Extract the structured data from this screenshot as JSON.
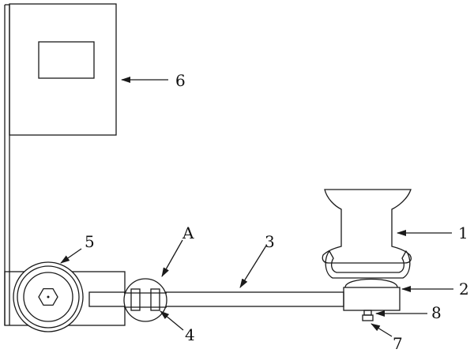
{
  "labels": {
    "l1": "1",
    "l2": "2",
    "l3": "3",
    "l4": "4",
    "l5": "5",
    "l6": "6",
    "l7": "7",
    "l8": "8",
    "lA": "A"
  }
}
